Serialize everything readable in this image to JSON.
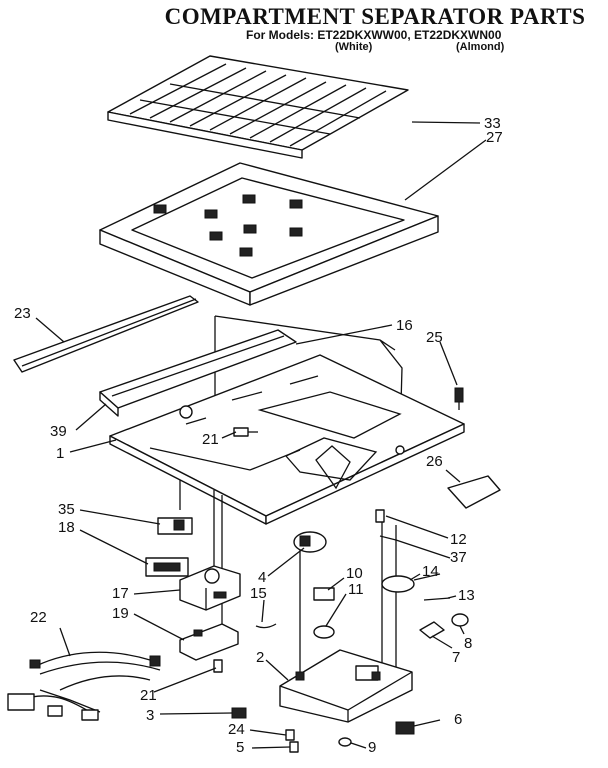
{
  "header": {
    "title": "COMPARTMENT SEPARATOR PARTS",
    "models_line": "For Models: ET22DKXWW00, ET22DKXWN00",
    "variant_white": "(White)",
    "variant_almond": "(Almond)"
  },
  "callouts": {
    "c33": "33",
    "c27": "27",
    "c23": "23",
    "c16": "16",
    "c25": "25",
    "c39": "39",
    "c21a": "21",
    "c1": "1",
    "c26": "26",
    "c35": "35",
    "c18": "18",
    "c12": "12",
    "c37": "37",
    "c4": "4",
    "c10": "10",
    "c14": "14",
    "c11": "11",
    "c13": "13",
    "c17": "17",
    "c15": "15",
    "c22": "22",
    "c19": "19",
    "c8": "8",
    "c7": "7",
    "c2": "2",
    "c21b": "21",
    "c3": "3",
    "c6": "6",
    "c24": "24",
    "c5": "5",
    "c9": "9"
  }
}
